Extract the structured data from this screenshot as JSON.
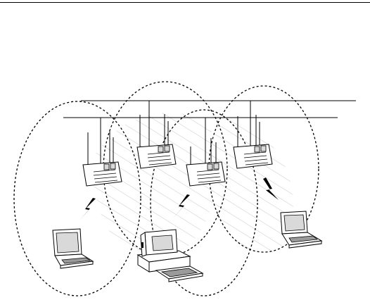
{
  "diagram": {
    "colors": {
      "line": "#000000",
      "background": "#ffffff",
      "hatch": "#c8c8c8",
      "screen": "#d9d9d9"
    },
    "access_points": [
      {
        "name": "access-point-1",
        "icon": "access-point-icon"
      },
      {
        "name": "access-point-2",
        "icon": "access-point-icon"
      },
      {
        "name": "access-point-3",
        "icon": "access-point-icon"
      },
      {
        "name": "access-point-4",
        "icon": "access-point-icon"
      }
    ],
    "clients": [
      {
        "name": "laptop-left",
        "icon": "laptop-icon"
      },
      {
        "name": "desktop-computer",
        "icon": "desktop-computer-icon"
      },
      {
        "name": "laptop-right",
        "icon": "laptop-icon"
      }
    ],
    "links": [
      {
        "name": "wireless-link-left",
        "icon": "lightning-bolt-icon"
      },
      {
        "name": "wireless-link-middle",
        "icon": "lightning-bolt-icon"
      },
      {
        "name": "wireless-link-right",
        "icon": "lightning-bolt-icon"
      }
    ],
    "coverage_areas": 4,
    "network_lines": 2
  }
}
